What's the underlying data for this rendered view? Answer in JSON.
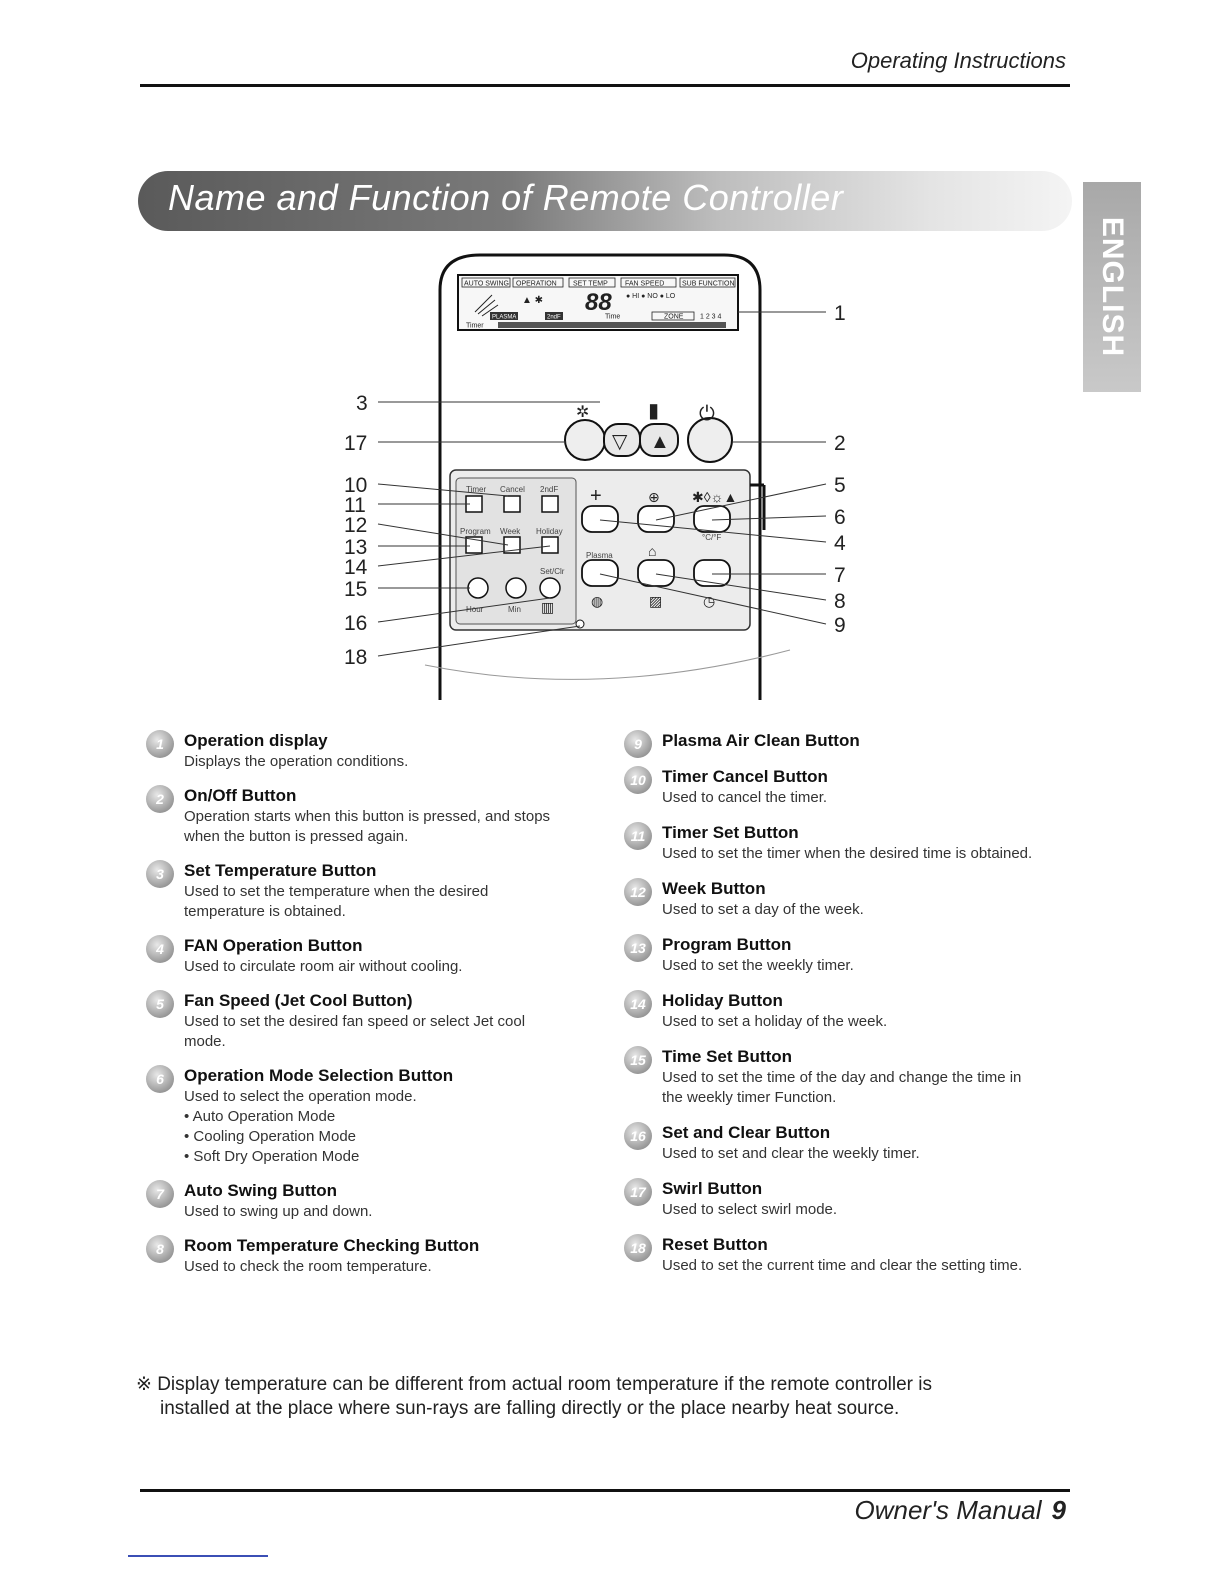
{
  "header": {
    "section": "Operating Instructions"
  },
  "banner": {
    "title": "Name and Function of Remote Controller"
  },
  "side_tab": {
    "label": "ENGLISH"
  },
  "lcd": {
    "tabs": [
      "AUTO SWING",
      "OPERATION",
      "SET TEMP",
      "FAN SPEED",
      "SUB FUNCTION"
    ],
    "digits": "88",
    "time_label": "Time",
    "zone_label": "ZONE",
    "zone_numbers": "1 2 3 4",
    "timer_label": "Timer",
    "plasma_label": "PLASMA",
    "second_f_label": "2ndF"
  },
  "button_labels": {
    "timer": "Timer",
    "cancel": "Cancel",
    "second_f": "2ndF",
    "program": "Program",
    "week": "Week",
    "holiday": "Holiday",
    "set_clr": "Set/Clr",
    "hour": "Hour",
    "min": "Min",
    "plasma": "Plasma",
    "cf": "°C/°F"
  },
  "callouts": {
    "left": [
      "3",
      "17",
      "10",
      "11",
      "12",
      "13",
      "14",
      "15",
      "16",
      "18"
    ],
    "right": [
      "1",
      "2",
      "5",
      "6",
      "4",
      "7",
      "8",
      "9"
    ]
  },
  "items_left": [
    {
      "num": "1",
      "title": "Operation display",
      "desc": [
        "Displays the operation conditions."
      ]
    },
    {
      "num": "2",
      "title": "On/Off Button",
      "desc": [
        "Operation starts when this button is pressed, and stops",
        "when the button is pressed again."
      ]
    },
    {
      "num": "3",
      "title": "Set Temperature Button",
      "desc": [
        "Used to set the temperature when the desired",
        "temperature is obtained."
      ]
    },
    {
      "num": "4",
      "title": "FAN Operation Button",
      "desc": [
        "Used to circulate room air without cooling."
      ]
    },
    {
      "num": "5",
      "title": "Fan Speed (Jet Cool Button)",
      "desc": [
        "Used to set the desired fan speed or select Jet cool",
        "mode."
      ]
    },
    {
      "num": "6",
      "title": "Operation Mode Selection Button",
      "desc": [
        "Used to select the operation mode.",
        "• Auto Operation Mode",
        "• Cooling Operation Mode",
        "• Soft Dry Operation Mode"
      ]
    },
    {
      "num": "7",
      "title": "Auto Swing Button",
      "desc": [
        "Used to swing up and down."
      ]
    },
    {
      "num": "8",
      "title": "Room Temperature Checking Button",
      "desc": [
        "Used to check the room temperature."
      ]
    }
  ],
  "items_right": [
    {
      "num": "9",
      "title": "Plasma Air Clean Button",
      "desc": []
    },
    {
      "num": "10",
      "title": "Timer Cancel Button",
      "desc": [
        "Used to cancel the timer."
      ]
    },
    {
      "num": "11",
      "title": "Timer Set Button",
      "desc": [
        "Used to set the timer when the desired time is obtained."
      ]
    },
    {
      "num": "12",
      "title": "Week Button",
      "desc": [
        "Used to set a day of the week."
      ]
    },
    {
      "num": "13",
      "title": "Program Button",
      "desc": [
        "Used to set the weekly timer."
      ]
    },
    {
      "num": "14",
      "title": "Holiday Button",
      "desc": [
        "Used to set a holiday of the week."
      ]
    },
    {
      "num": "15",
      "title": "Time Set Button",
      "desc": [
        "Used to set the time of the day and change the time in",
        "the weekly timer Function."
      ]
    },
    {
      "num": "16",
      "title": "Set and Clear Button",
      "desc": [
        "Used to set and clear the weekly timer."
      ]
    },
    {
      "num": "17",
      "title": "Swirl Button",
      "desc": [
        "Used to select swirl mode."
      ]
    },
    {
      "num": "18",
      "title": "Reset Button",
      "desc": [
        "Used to set the current time and clear the setting time."
      ]
    }
  ],
  "footnote": {
    "symbol": "※",
    "line1": "Display temperature can be different from actual room temperature if the remote controller is",
    "line2": "installed at the place where sun-rays are falling directly or the place nearby heat source."
  },
  "footer": {
    "title": "Owner's Manual",
    "page": "9"
  }
}
